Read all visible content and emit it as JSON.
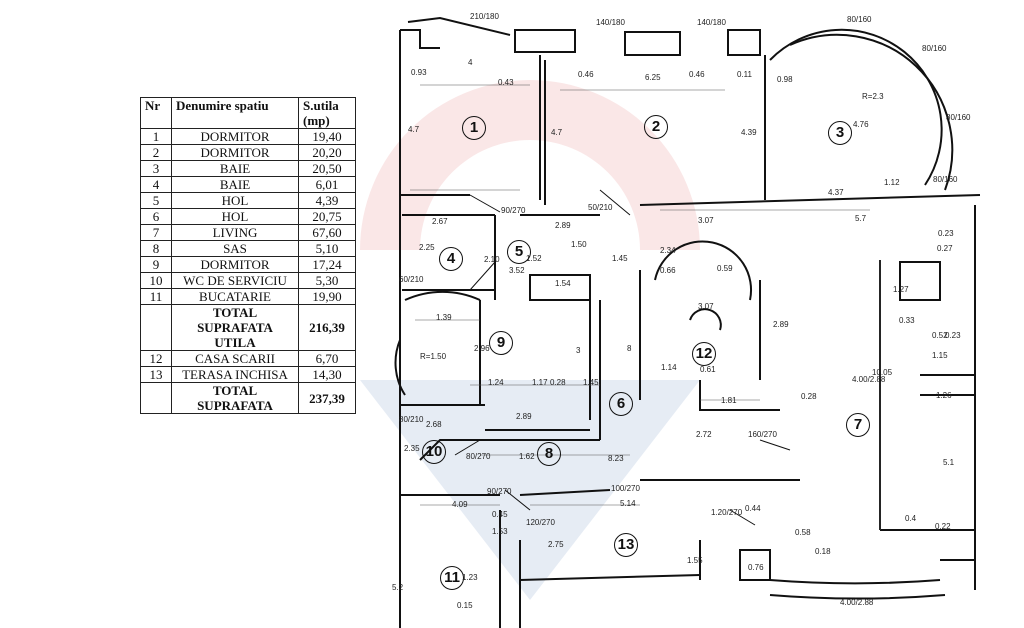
{
  "legend": {
    "headers": {
      "nr": "Nr",
      "name": "Denumire spatiu",
      "area": "S.utila (mp)"
    },
    "rows": [
      {
        "nr": "1",
        "name": "DORMITOR",
        "area": "19,40"
      },
      {
        "nr": "2",
        "name": "DORMITOR",
        "area": "20,20"
      },
      {
        "nr": "3",
        "name": "BAIE",
        "area": "20,50"
      },
      {
        "nr": "4",
        "name": "BAIE",
        "area": "6,01"
      },
      {
        "nr": "5",
        "name": "HOL",
        "area": "4,39"
      },
      {
        "nr": "6",
        "name": "HOL",
        "area": "20,75"
      },
      {
        "nr": "7",
        "name": "LIVING",
        "area": "67,60"
      },
      {
        "nr": "8",
        "name": "SAS",
        "area": "5,10"
      },
      {
        "nr": "9",
        "name": "DORMITOR",
        "area": "17,24"
      },
      {
        "nr": "10",
        "name": "WC DE SERVICIU",
        "area": "5,30"
      },
      {
        "nr": "11",
        "name": "BUCATARIE",
        "area": "19,90"
      }
    ],
    "subtotal": {
      "name": "TOTAL SUPRAFATA UTILA",
      "area": "216,39"
    },
    "extra_rows": [
      {
        "nr": "12",
        "name": "CASA SCARII",
        "area": "6,70"
      },
      {
        "nr": "13",
        "name": "TERASA INCHISA",
        "area": "14,30"
      }
    ],
    "total": {
      "name": "TOTAL SUPRAFATA",
      "area": "237,39"
    }
  },
  "rooms": [
    "1",
    "2",
    "3",
    "4",
    "5",
    "6",
    "7",
    "8",
    "9",
    "10",
    "11",
    "12",
    "13"
  ],
  "dimensions": [
    "210/180",
    "140/180",
    "140/180",
    "80/160",
    "80/160",
    "80/160",
    "80/160",
    "0.93",
    "4",
    "0.43",
    "0.46",
    "6.25",
    "0.46",
    "0.11",
    "0.98",
    "4.7",
    "4.7",
    "4.39",
    "4.76",
    "R=2.3",
    "4.37",
    "1.12",
    "2.67",
    "2.89",
    "1.50",
    "1.45",
    "3.07",
    "5.7",
    "0.23",
    "0.27",
    "1.27",
    "0.33",
    "0.52",
    "0.23",
    "2.25",
    "2.10",
    "1.52",
    "3.52",
    "1.54",
    "0.59",
    "2.34",
    "0.66",
    "3.07",
    "2.89",
    "1.39",
    "2.96",
    "3",
    "8",
    "R=1.50",
    "1.24",
    "1.17",
    "0.28",
    "1.45",
    "2.89",
    "1.14",
    "0.61",
    "1.81",
    "0.28",
    "4.00/2.88",
    "10.05",
    "1.15",
    "1.26",
    "5.1",
    "2.68",
    "2.35",
    "1.62",
    "8.23",
    "2.72",
    "160/270",
    "100/270",
    "90/270",
    "4.09",
    "0.45",
    "1.53",
    "2.75",
    "5.14",
    "1.20/270",
    "0.44",
    "0.58",
    "0.18",
    "0.4",
    "0.22",
    "1.23",
    "1.55",
    "0.76",
    "5.2",
    "0.15",
    "4.00/2.88",
    "60/210",
    "80/210",
    "90/270",
    "80/270",
    "120/270",
    "50/210"
  ],
  "colors": {
    "ink": "#111111",
    "watermark_red": "#d23a3a",
    "watermark_blue": "#2f5fa8"
  }
}
